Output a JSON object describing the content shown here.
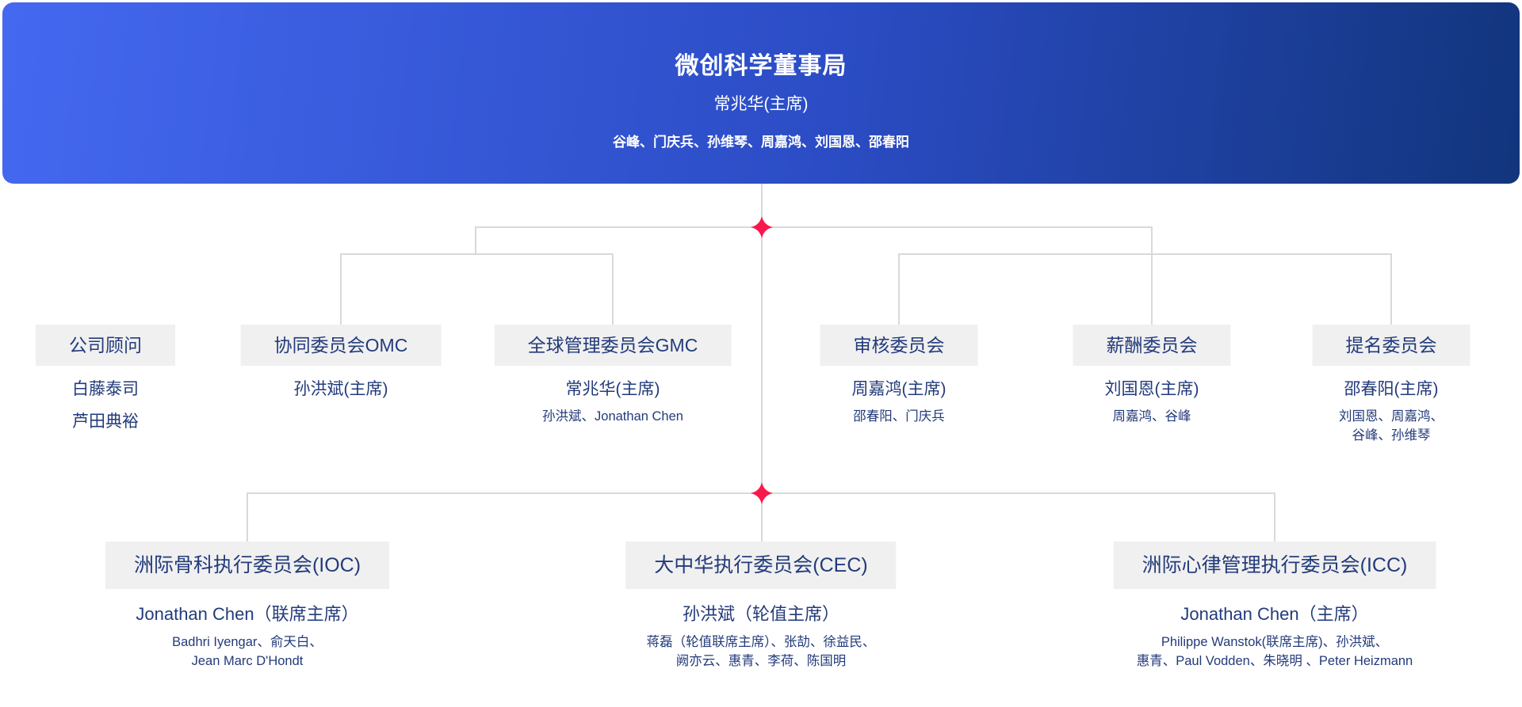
{
  "banner": {
    "title": "微创科学董事局",
    "chair": "常兆华(主席)",
    "members": "谷峰、门庆兵、孙维琴、周嘉鸿、刘国恩、邵春阳"
  },
  "accent": {
    "banner_left": "#4468F0",
    "banner_right": "#12357D",
    "node_color": "#F9184B",
    "box_bg": "#F0F0F0",
    "text_navy": "#233B7B",
    "line_gray": "#D9D9D9"
  },
  "committees_row1": [
    {
      "name": "公司顾问",
      "chair": "白藤泰司",
      "chair2": "芦田典裕",
      "members": []
    },
    {
      "name": "协同委员会OMC",
      "chair": "孙洪斌(主席)",
      "members": []
    },
    {
      "name": "全球管理委员会GMC",
      "chair": "常兆华(主席)",
      "members": [
        "孙洪斌、Jonathan Chen"
      ]
    },
    {
      "name": "审核委员会",
      "chair": "周嘉鸿(主席)",
      "members": [
        "邵春阳、门庆兵"
      ]
    },
    {
      "name": "薪酬委员会",
      "chair": "刘国恩(主席)",
      "members": [
        "周嘉鸿、谷峰"
      ]
    },
    {
      "name": "提名委员会",
      "chair": "邵春阳(主席)",
      "members": [
        "刘国恩、周嘉鸿、",
        "谷峰、孙维琴"
      ]
    }
  ],
  "committees_row2": [
    {
      "name": "洲际骨科执行委员会(IOC)",
      "chair": "Jonathan Chen（联席主席）",
      "members": [
        "Badhri Iyengar、俞天白、",
        "Jean Marc D'Hondt"
      ]
    },
    {
      "name": "大中华执行委员会(CEC)",
      "chair": "孙洪斌（轮值主席）",
      "members": [
        "蒋磊（轮值联席主席）、张劼、徐益民、",
        "阙亦云、惠青、李荷、陈国明"
      ]
    },
    {
      "name": "洲际心律管理执行委员会(ICC)",
      "chair": "Jonathan Chen（主席）",
      "members": [
        "Philippe Wanstok(联席主席)、孙洪斌、",
        "惠青、Paul Vodden、朱晓明 、Peter Heizmann"
      ]
    }
  ]
}
